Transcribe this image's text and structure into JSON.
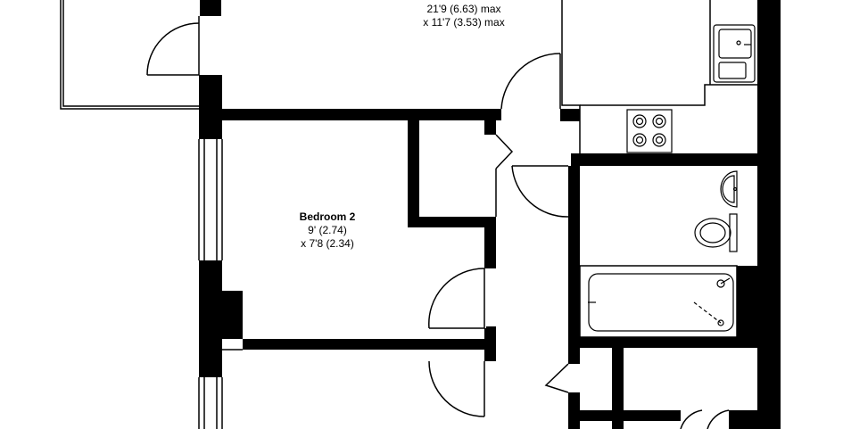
{
  "rooms": {
    "living": {
      "dim1": "21'9 (6.63) max",
      "dim2": "x 11'7 (3.53) max"
    },
    "bedroom2": {
      "name": "Bedroom 2",
      "dim1": "9' (2.74)",
      "dim2": "x 7'8 (2.34)"
    }
  },
  "colors": {
    "wall": "#000000",
    "background": "#ffffff",
    "line": "#000000"
  }
}
